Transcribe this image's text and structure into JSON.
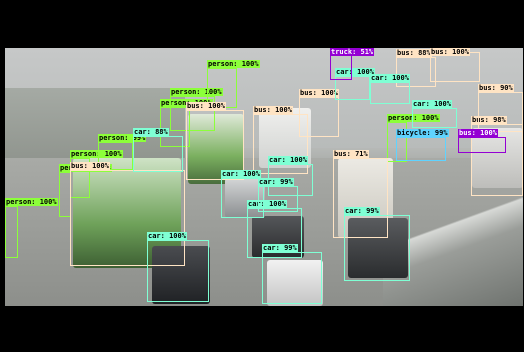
{
  "colors": {
    "person": "#8CFF3A",
    "bus": "#FFE4C4",
    "car": "#7FFFD4",
    "truck": "#9400D3",
    "bicycle": "#5FD3FF",
    "letterbox": "#000000"
  },
  "detections": [
    {
      "cls": "person",
      "label": "person: 100%"
    },
    {
      "cls": "person",
      "label": "person: 100%"
    },
    {
      "cls": "person",
      "label": "person: 100%"
    },
    {
      "cls": "person",
      "label": "person: 99%"
    },
    {
      "cls": "person",
      "label": "person: 100%"
    },
    {
      "cls": "person",
      "label": "person: 100%"
    },
    {
      "cls": "person",
      "label": "person: 100%"
    },
    {
      "cls": "person",
      "label": "person: 100%"
    },
    {
      "cls": "bus",
      "label": "bus: 100%"
    },
    {
      "cls": "bus",
      "label": "bus: 100%"
    },
    {
      "cls": "bus",
      "label": "bus: 100%"
    },
    {
      "cls": "bus",
      "label": "bus: 71%"
    },
    {
      "cls": "bus",
      "label": "bus: 100%"
    },
    {
      "cls": "bus",
      "label": "bus: 88%"
    },
    {
      "cls": "bus",
      "label": "bus: 98%"
    },
    {
      "cls": "bus",
      "label": "bus: 100%"
    },
    {
      "cls": "bus",
      "label": "bus: 90%"
    },
    {
      "cls": "car",
      "label": "car: 100%"
    },
    {
      "cls": "car",
      "label": "car: 99%"
    },
    {
      "cls": "car",
      "label": "car: 99%"
    },
    {
      "cls": "car",
      "label": "car: 100%"
    },
    {
      "cls": "car",
      "label": "car: 100%"
    },
    {
      "cls": "car",
      "label": "car: 100%"
    },
    {
      "cls": "car",
      "label": "car: 99%"
    },
    {
      "cls": "car",
      "label": "car: 88%"
    },
    {
      "cls": "car",
      "label": "car: 100%"
    },
    {
      "cls": "car",
      "label": "car: 100%"
    },
    {
      "cls": "car",
      "label": "car: 100%"
    },
    {
      "cls": "truck",
      "label": "truck: 51%"
    },
    {
      "cls": "bicycle",
      "label": "bicycle: 99%"
    },
    {
      "cls": "truck",
      "label": "bus: 100%"
    }
  ]
}
